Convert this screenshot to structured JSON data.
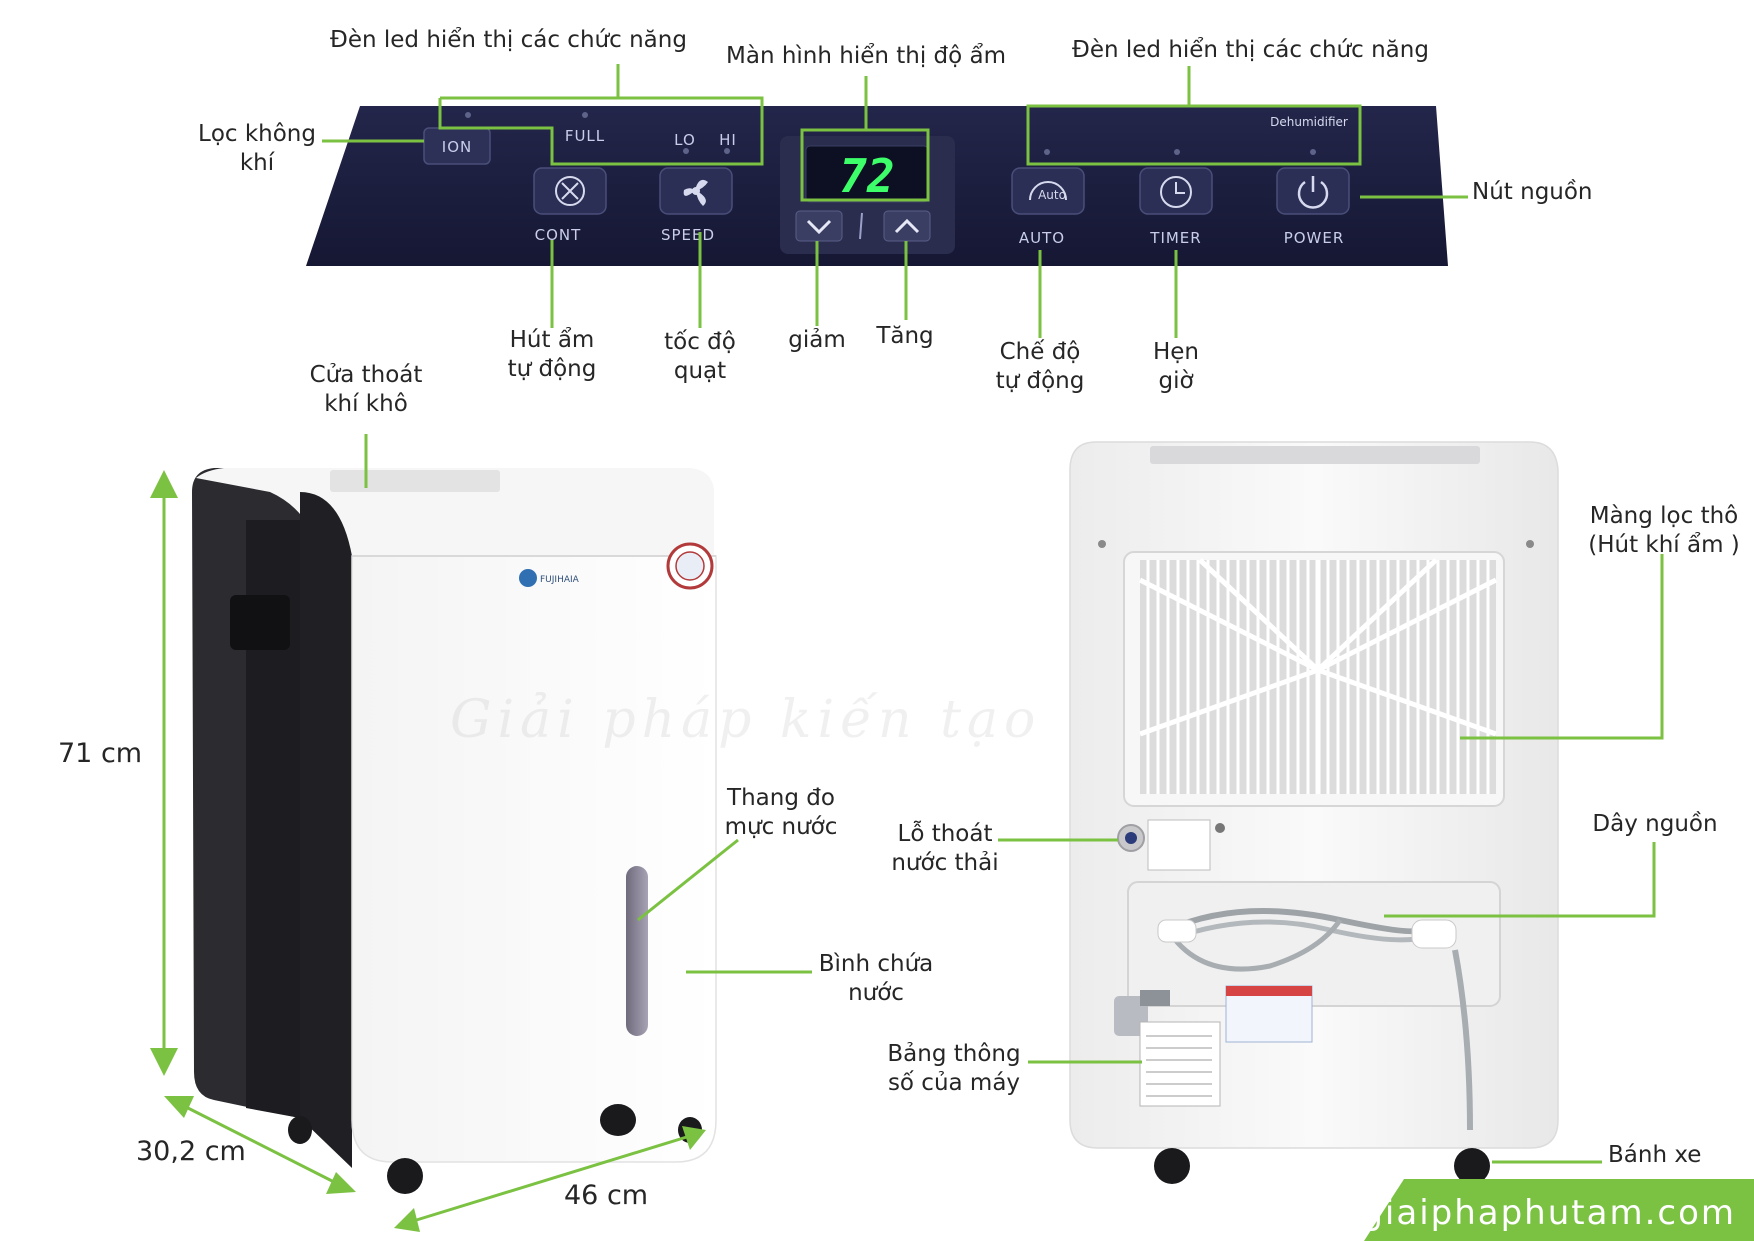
{
  "panel": {
    "ion": "ION",
    "full": "FULL",
    "lo": "LO",
    "hi": "HI",
    "display": "72",
    "cont": "CONT",
    "speed": "SPEED",
    "auto": "AUTO",
    "auto_icon_text": "Auto",
    "timer": "TIMER",
    "power": "POWER",
    "dehumidifier": "Dehumidifier"
  },
  "labels": {
    "led_left": "Đèn led hiển thị các chức năng",
    "humidity_screen": "Màn hình hiển thị độ ẩm",
    "led_right": "Đèn led hiển thị các chức năng",
    "air_filter": [
      "Lọc không",
      "khí"
    ],
    "power_button": "Nút nguồn",
    "auto_dehumidify": [
      "Hút ẩm",
      "tự động"
    ],
    "fan_speed": [
      "tốc độ",
      "quạt"
    ],
    "decrease": "giảm",
    "increase": "Tăng",
    "auto_mode": [
      "Chế độ",
      "tự động"
    ],
    "timer": [
      "Hẹn",
      "giờ"
    ],
    "dry_air_outlet": [
      "Cửa thoát",
      "khí khô"
    ],
    "water_gauge": [
      "Thang đo",
      "mực nước"
    ],
    "water_tank": [
      "Bình chứa",
      "nước"
    ],
    "coarse_filter": [
      "Màng lọc thô",
      "(Hút khí ẩm )"
    ],
    "drain_hole": [
      "Lỗ thoát",
      "nước thải"
    ],
    "power_cord": "Dây nguồn",
    "spec_plate": [
      "Bảng thông",
      "số của máy"
    ],
    "wheels": "Bánh xe"
  },
  "dimensions": {
    "height": "71 cm",
    "depth": "30,2 cm",
    "width": "46 cm"
  },
  "brand": {
    "logo_text": "FUJIHAIA",
    "website": "giaiphaphutam.com",
    "watermark": "Giải pháp kiến tạo"
  },
  "colors": {
    "accent_green": "#7bc142",
    "panel_navy": "#1c1f3f",
    "display_green": "#3cff6a"
  }
}
